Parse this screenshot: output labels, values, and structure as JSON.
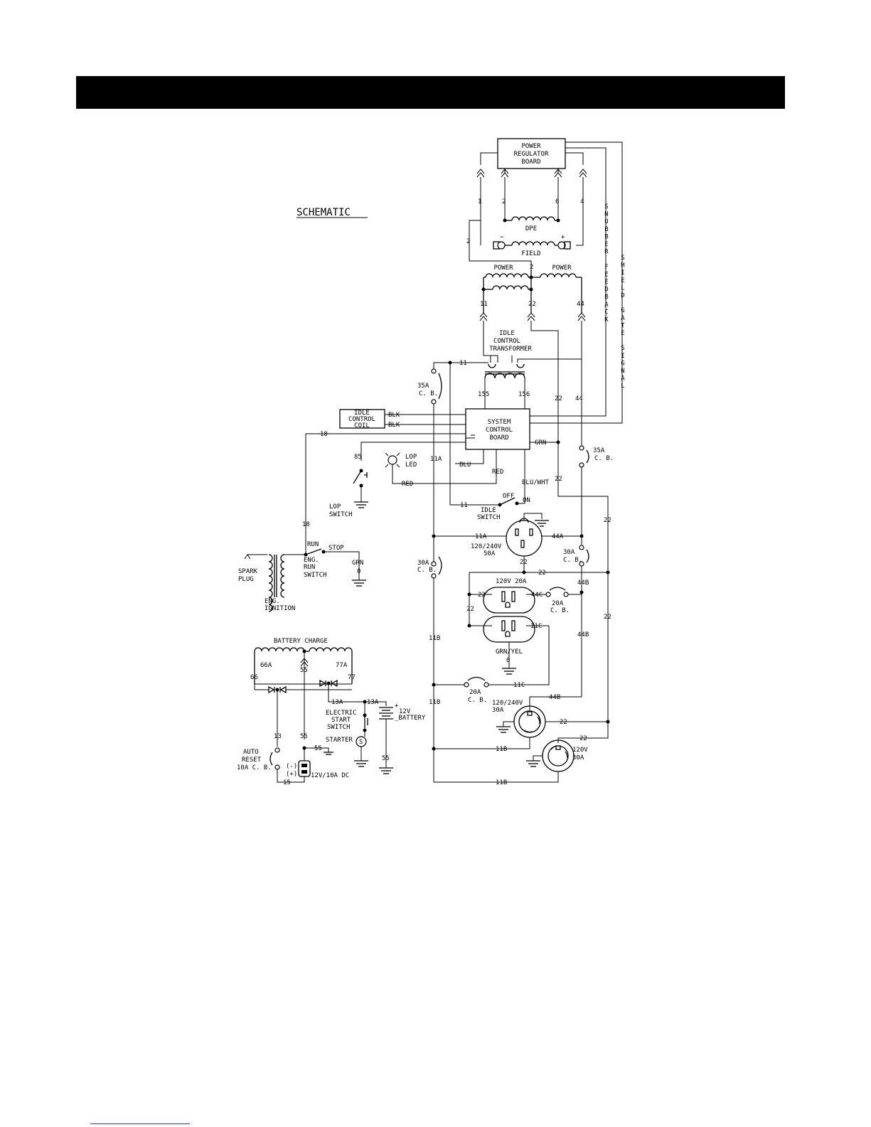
{
  "page": {
    "header_bar_color": "#000000"
  },
  "diagram": {
    "title": "SCHEMATIC",
    "components": {
      "power_regulator_board": [
        "POWER",
        "REGULATOR",
        "BOARD"
      ],
      "dpe": "DPE",
      "field": "FIELD",
      "power_left": "POWER",
      "power_right": "POWER",
      "idle_control_transformer": [
        "IDLE",
        "CONTROL",
        "TRANSFORMER"
      ],
      "system_control_board": [
        "SYSTEM",
        "CONTROL",
        "BOARD"
      ],
      "idle_control_coil": [
        "IDLE",
        "CONTROL",
        "COIL"
      ],
      "battery_charge": "BATTERY CHARGE",
      "spark_plug": [
        "SPARK",
        "PLUG"
      ],
      "eng_ignition": [
        "ENG.",
        "IGNITION"
      ],
      "eng_run_switch": [
        "ENG.",
        "RUN",
        "SWITCH"
      ],
      "run": "RUN",
      "stop": "STOP",
      "grn_ground": "GRN",
      "lop_led": [
        "LOP",
        "LED"
      ],
      "lop_switch": [
        "LOP",
        "SWITCH"
      ],
      "idle_switch": [
        "IDLE",
        "SWITCH"
      ],
      "off": "OFF",
      "on": "ON",
      "electric_start_switch": [
        "ELECTRIC",
        "START",
        "SWITCH"
      ],
      "starter": "STARTER",
      "starter_symbol": "S",
      "battery": "12V\nBATTERY",
      "auto_reset": [
        "AUTO",
        "RESET",
        "10A C. B."
      ],
      "dc_outlet": "12V/10A DC",
      "dc_minus": "(-)",
      "dc_plus": "(+)",
      "receptacle_240_50": [
        "120/240V",
        "50A"
      ],
      "receptacle_120_20": "120V 20A",
      "receptacle_240_30": [
        "120/240V",
        "30A"
      ],
      "receptacle_120_30": [
        "120V",
        "30A"
      ],
      "grn_yel": "GRN/YEL",
      "cb_35a": [
        "35A",
        "C. B."
      ],
      "cb_30a": [
        "30A",
        "C. B."
      ],
      "cb_20a": [
        "20A",
        "C. B."
      ]
    },
    "vertical_labels": {
      "snubber_feedback": "SNUBBER FEEDBACK",
      "shield_gate_signal": "SHIELD GATE SIGNAL"
    },
    "wires": {
      "w1": "1",
      "w2": "2",
      "w6": "6",
      "w4": "4",
      "w11": "11",
      "w22": "22",
      "w44": "44",
      "w155": "155",
      "w156": "156",
      "blk": "BLK",
      "grn": "GRN",
      "blu": "BLU",
      "red": "RED",
      "blu_wht": "BLU/WHT",
      "w18": "18",
      "w85": "85",
      "w11a": "11A",
      "w44a": "44A",
      "w11b": "11B",
      "w11c": "11C",
      "w44b": "44B",
      "w44c": "44C",
      "w66": "66",
      "w66a": "66A",
      "w55": "55",
      "w77a": "77A",
      "w77": "77",
      "w13": "13",
      "w13a": "13A",
      "w15": "15",
      "minus": "−",
      "plus": "+",
      "o": "0"
    }
  }
}
